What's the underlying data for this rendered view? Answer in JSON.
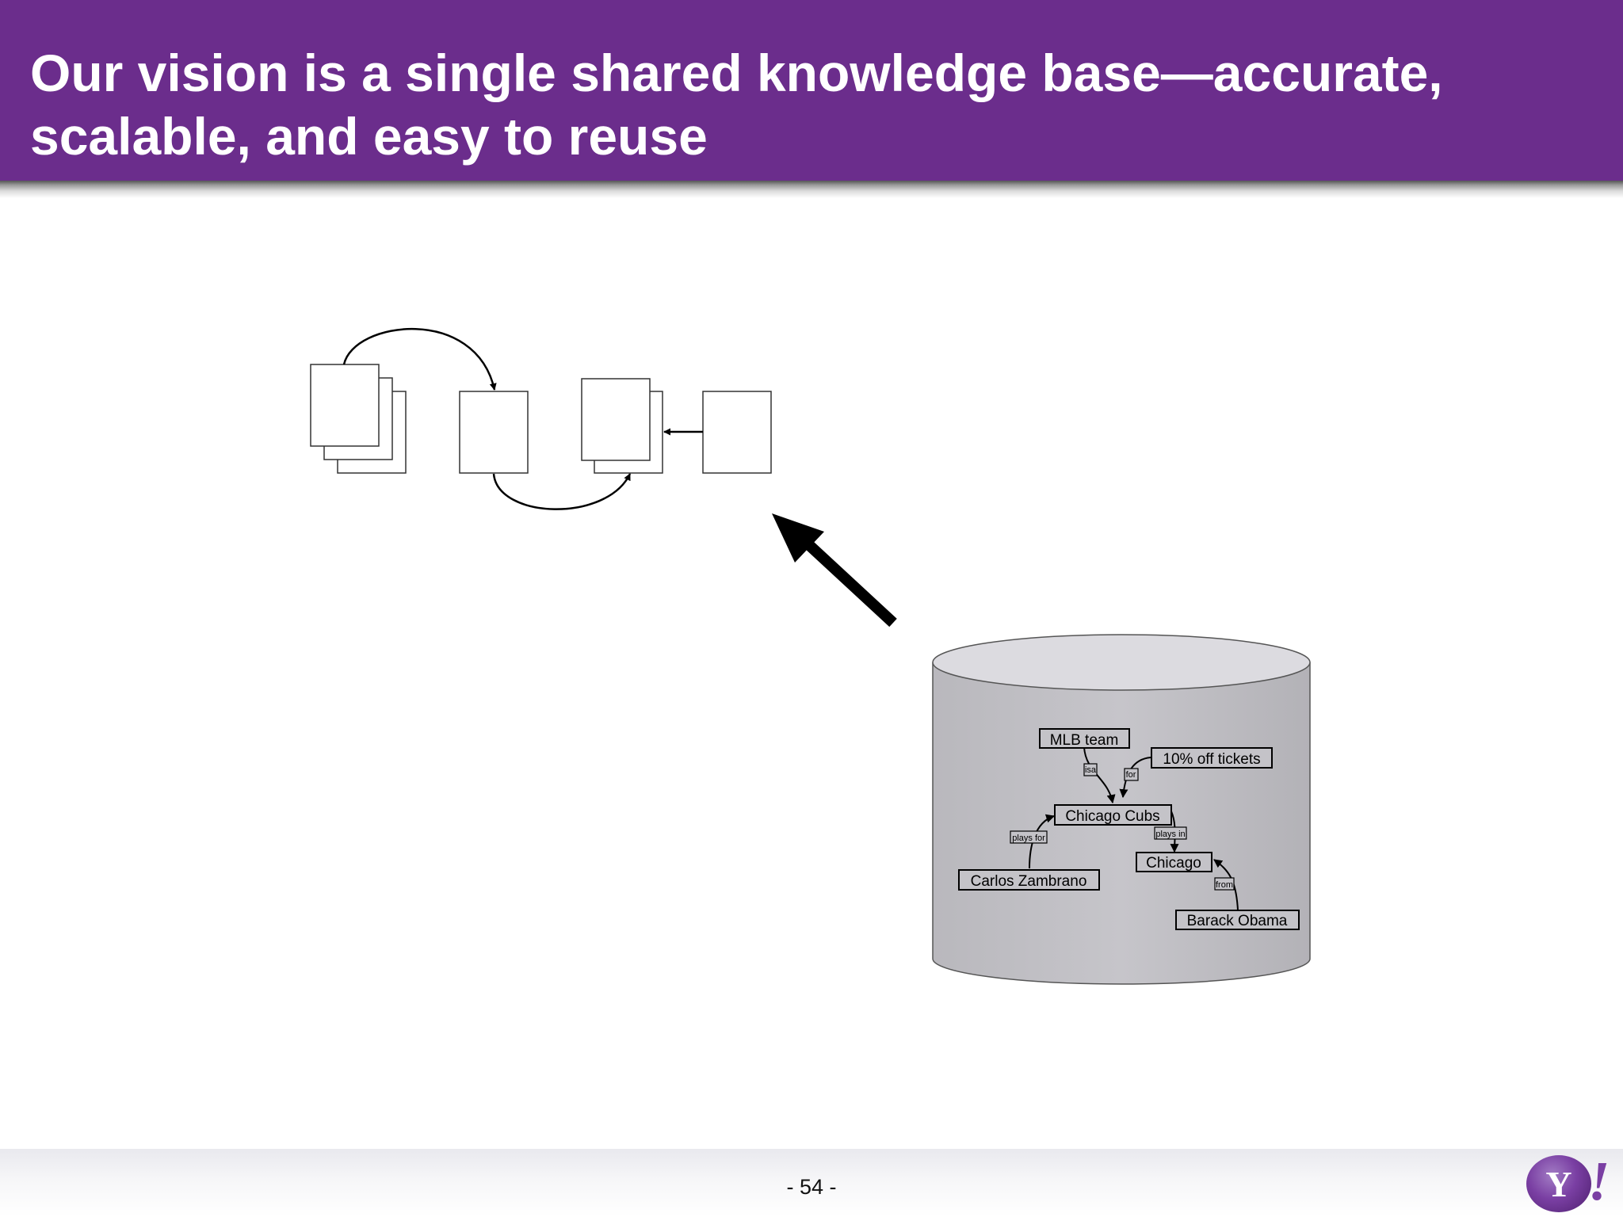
{
  "slide": {
    "title": "Our vision is a single shared knowledge base—accurate, scalable, and easy to reuse",
    "page_number": "- 54 -",
    "accent_color": "#6b2d8c",
    "background_color": "#ffffff"
  },
  "logo": {
    "letters": "Y",
    "bang": "!"
  },
  "knowledge_graph": {
    "nodes": [
      "MLB team",
      "10% off tickets",
      "Chicago Cubs",
      "Chicago",
      "Carlos Zambrano",
      "Barack Obama"
    ],
    "edges": [
      {
        "from": "MLB team",
        "to": "Chicago Cubs",
        "label": "isa"
      },
      {
        "from": "10% off tickets",
        "to": "Chicago Cubs",
        "label": "for"
      },
      {
        "from": "Carlos Zambrano",
        "to": "Chicago Cubs",
        "label": "plays for"
      },
      {
        "from": "Chicago Cubs",
        "to": "Chicago",
        "label": "plays in"
      },
      {
        "from": "Barack Obama",
        "to": "Chicago",
        "label": "from"
      }
    ]
  }
}
